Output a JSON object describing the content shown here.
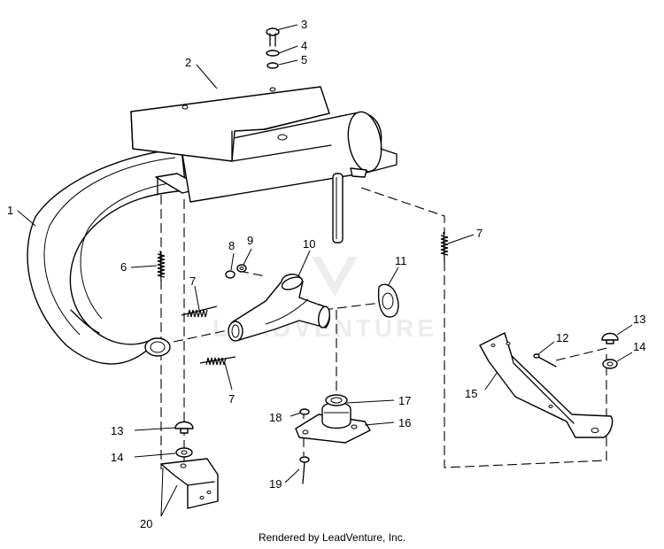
{
  "callouts": {
    "c1": "1",
    "c2": "2",
    "c3": "3",
    "c4": "4",
    "c5": "5",
    "c6": "6",
    "c7a": "7",
    "c7b": "7",
    "c7c": "7",
    "c8": "8",
    "c9": "9",
    "c10": "10",
    "c11": "11",
    "c12": "12",
    "c13a": "13",
    "c13b": "13",
    "c14a": "14",
    "c14b": "14",
    "c15": "15",
    "c16": "16",
    "c17": "17",
    "c18": "18",
    "c19": "19",
    "c20": "20"
  },
  "watermark": "LEADVENTURE",
  "footer": "Rendered by LeadVenture, Inc."
}
